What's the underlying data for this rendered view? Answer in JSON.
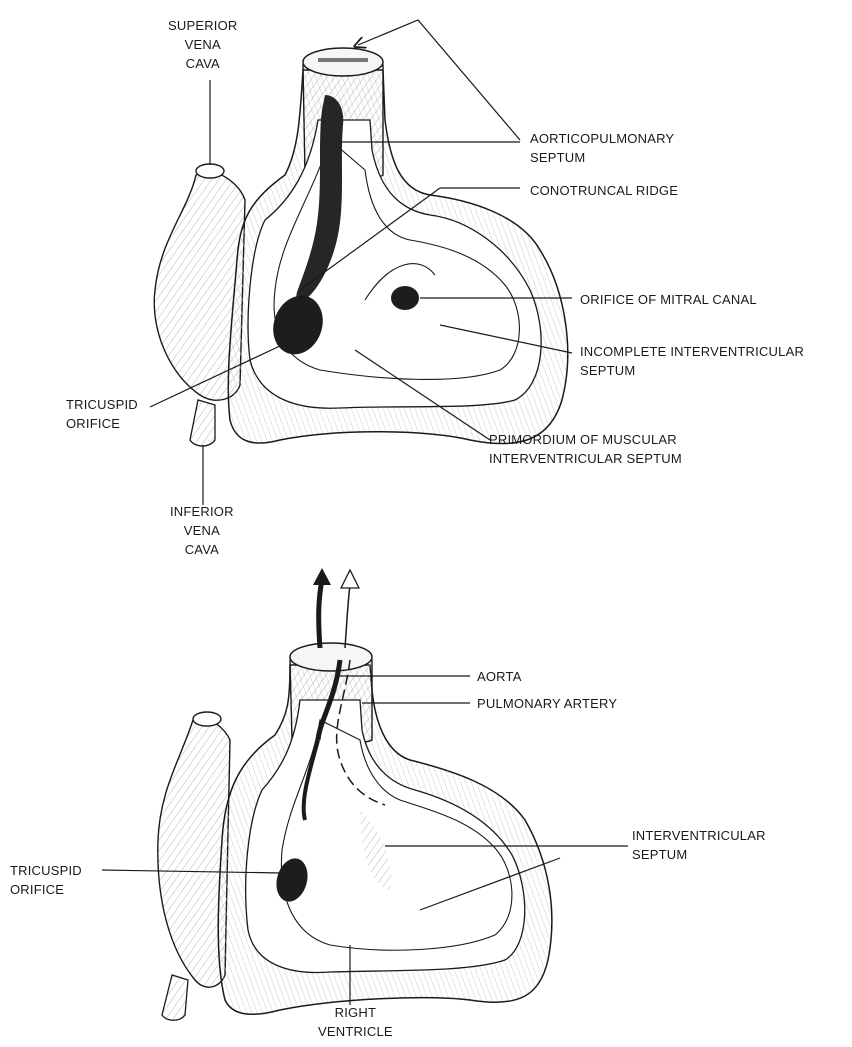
{
  "top": {
    "superior_vena_cava": [
      "SUPERIOR",
      "VENA",
      "CAVA"
    ],
    "aorticopulmonary_septum": [
      "AORTICOPULMONARY",
      "SEPTUM"
    ],
    "conotruncal_ridge": [
      "CONOTRUNCAL RIDGE"
    ],
    "orifice_mitral_canal": [
      "ORIFICE OF MITRAL CANAL"
    ],
    "incomplete_iv_septum": [
      "INCOMPLETE INTERVENTRICULAR",
      "SEPTUM"
    ],
    "tricuspid_orifice": [
      "TRICUSPID",
      "ORIFICE"
    ],
    "primordium_muscular": [
      "PRIMORDIUM OF MUSCULAR",
      "INTERVENTRICULAR SEPTUM"
    ],
    "inferior_vena_cava": [
      "INFERIOR",
      "VENA",
      "CAVA"
    ]
  },
  "bottom": {
    "aorta": [
      "AORTA"
    ],
    "pulmonary_artery": [
      "PULMONARY ARTERY"
    ],
    "interventricular_septum": [
      "INTERVENTRICULAR",
      "SEPTUM"
    ],
    "tricuspid_orifice": [
      "TRICUSPID",
      "ORIFICE"
    ],
    "right_ventricle": [
      "RIGHT",
      "VENTRICLE"
    ]
  },
  "colors": {
    "ink": "#1a1a1a",
    "shade": "#9a9a9a",
    "paper": "#ffffff"
  }
}
